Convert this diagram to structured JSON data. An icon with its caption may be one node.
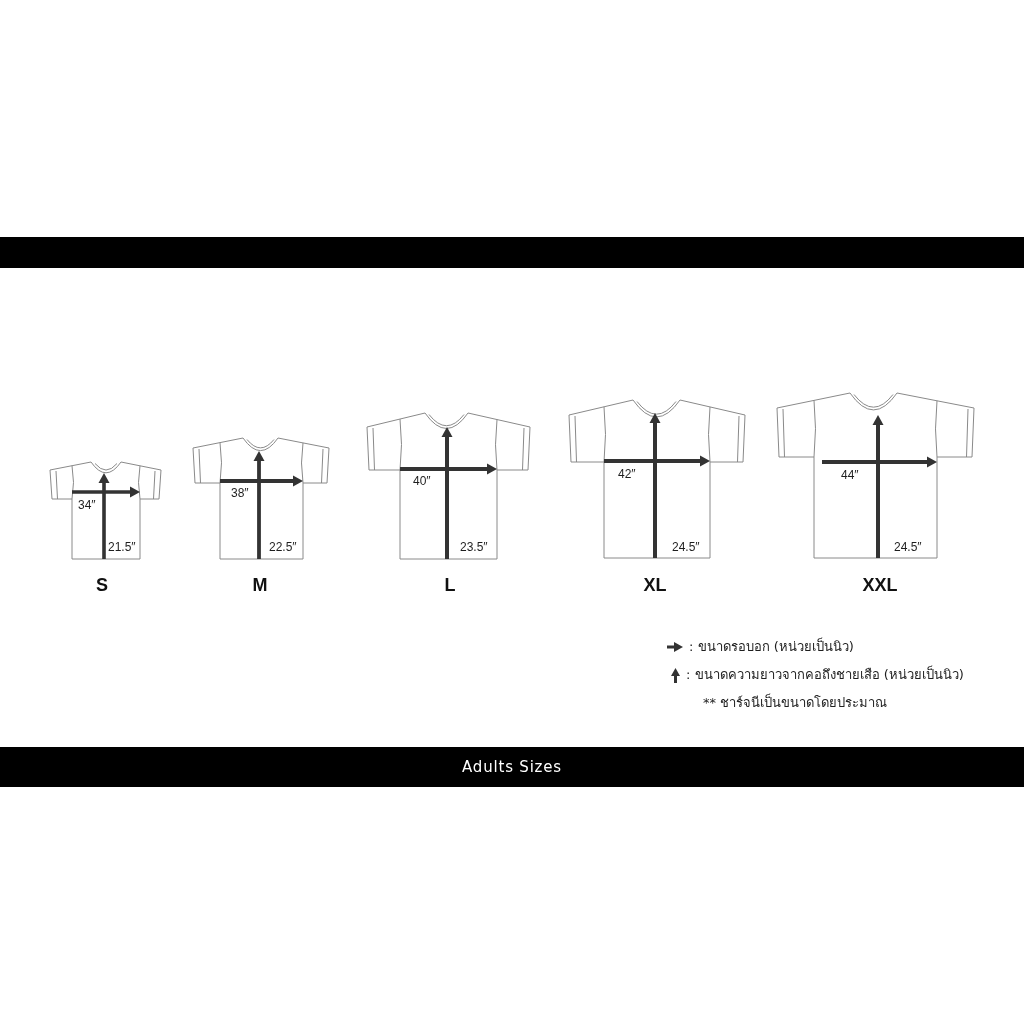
{
  "diagram": {
    "nodes": [
      {
        "text": [],
        "shape": "bar"
      },
      {
        "text": [
          "34″",
          "21.5″"
        ],
        "beside": [
          "S"
        ]
      },
      {
        "text": [
          "38″",
          "22.5″"
        ],
        "beside": [
          "M"
        ]
      },
      {
        "text": [
          "40″",
          "23.5″"
        ],
        "beside": [
          "L"
        ]
      },
      {
        "text": [
          "42″",
          "24.5″"
        ],
        "beside": [
          "XL"
        ]
      },
      {
        "text": [
          "44″",
          "24.5″"
        ],
        "beside": [
          "XXL"
        ]
      },
      {
        "text": [
          "Adults Sizes"
        ]
      }
    ],
    "labels": [
      "** ชาร์จนีเป็นขนาดโดยประมาณ"
    ],
    "legend": [
      {
        "text": ": ขนาดรอบอก (หน่วยเป็นนิว)"
      },
      {
        "text": ": ขนาดความยาวจากคอถึงชายเสือ (หน่วยเป็นนิว)"
      }
    ]
  }
}
